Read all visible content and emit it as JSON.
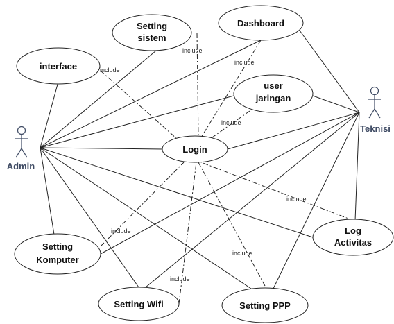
{
  "actors": {
    "admin": {
      "label": "Admin"
    },
    "teknisi": {
      "label": "Teknisi"
    }
  },
  "use_cases": {
    "interface": [
      "interface"
    ],
    "setting_sistem": [
      "Setting",
      "sistem"
    ],
    "dashboard": [
      "Dashboard"
    ],
    "user_jaringan": [
      "user",
      "jaringan"
    ],
    "login": [
      "Login"
    ],
    "log_activitas": [
      "Log",
      "Activitas"
    ],
    "setting_komputer": [
      "Setting",
      "Komputer"
    ],
    "setting_wifi": [
      "Setting Wifi"
    ],
    "setting_ppp": [
      "Setting PPP"
    ]
  },
  "relationship_label": "include",
  "colors": {
    "line": "#222222",
    "actor": "#3e4a63",
    "background": "#ffffff"
  }
}
